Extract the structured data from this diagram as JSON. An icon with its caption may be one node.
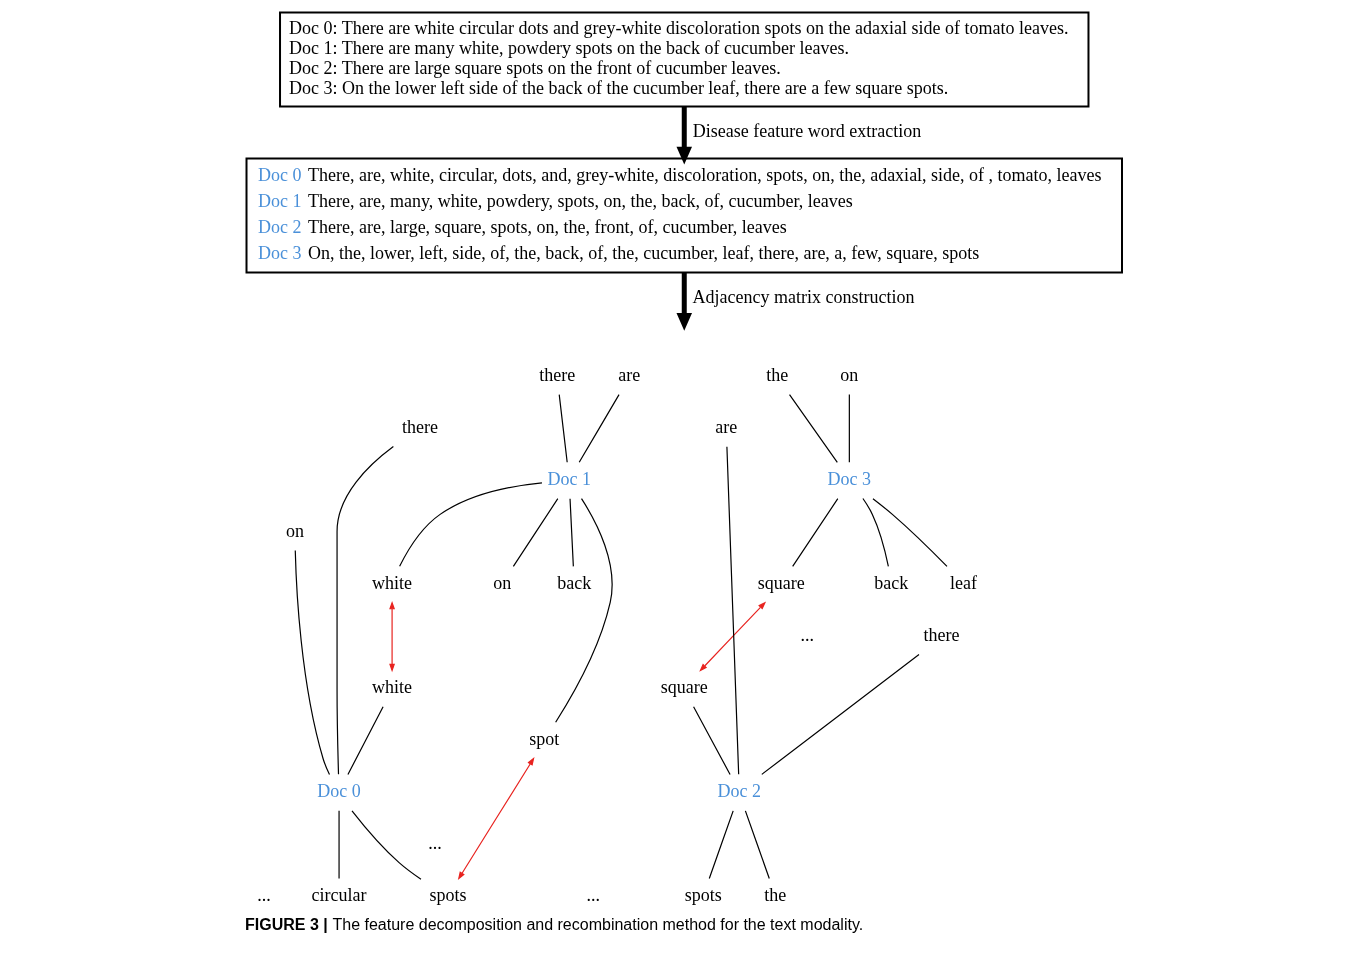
{
  "diagram": {
    "caption": "**FIGURE 3 |** The feature decomposition and recombination method for the text modality.",
    "nodes": [
      {
        "text": [
          "Doc 0: There are white circular dots and grey-white discoloration spots on the adaxial side of tomato leaves.",
          "Doc 1: There are many white, powdery spots on the back of cucumber leaves.",
          "Doc 2: There are large square spots on the front of cucumber leaves.",
          "Doc 3: On the lower left side of the back of the cucumber leaf, there are a few square spots."
        ]
      },
      {
        "text": [
          "Doc 0",
          "There, are, white, circular, dots, and, grey-white, discoloration, spots, on, the, adaxial, side, of , tomato, leaves",
          "Doc 1",
          "There, are, many, white, powdery, spots, on, the, back, of, cucumber, leaves",
          "Doc 2",
          "There, are, large, square, spots, on, the, front, of, cucumber, leaves",
          "Doc 3",
          "On, the, lower, left, side, of, the, back, of, the, cucumber, leaf, there, are, a, few, square, spots"
        ]
      },
      {
        "text": [
          "there"
        ]
      },
      {
        "text": [
          "are"
        ]
      },
      {
        "text": [
          "Doc 1"
        ]
      },
      {
        "text": [
          "back"
        ]
      },
      {
        "text": [
          "white"
        ]
      },
      {
        "text": [
          "on"
        ]
      },
      {
        "text": [
          "spot"
        ]
      },
      {
        "text": [
          "on"
        ]
      },
      {
        "text": [
          "the"
        ]
      },
      {
        "text": [
          "Doc 3"
        ]
      },
      {
        "text": [
          "back"
        ]
      },
      {
        "text": [
          "square"
        ]
      },
      {
        "text": [
          "leaf"
        ]
      },
      {
        "text": [
          "there"
        ]
      },
      {
        "text": [
          "on"
        ]
      },
      {
        "text": [
          "white"
        ]
      },
      {
        "text": [
          "circular"
        ]
      },
      {
        "text": [
          "Doc 0"
        ]
      },
      {
        "text": [
          "spots"
        ]
      },
      {
        "text": [
          "there"
        ]
      },
      {
        "text": [
          "square"
        ]
      },
      {
        "text": [
          "are"
        ]
      },
      {
        "text": [
          "spots"
        ]
      },
      {
        "text": [
          "Doc 2"
        ]
      },
      {
        "text": [
          "the"
        ]
      }
    ],
    "edges": [
      {
        "from": 0,
        "to": 1,
        "arrow": "to",
        "label": "Disease feature word extraction",
        "style": "thick"
      },
      {
        "from": 1,
        "to": null,
        "arrow": "to",
        "label": "Adjacency matrix construction",
        "style": "thick"
      },
      {
        "from": 2,
        "to": 4,
        "arrow": "none"
      },
      {
        "from": 3,
        "to": 4,
        "arrow": "none"
      },
      {
        "from": 4,
        "to": 5,
        "arrow": "none"
      },
      {
        "from": 4,
        "to": 6,
        "arrow": "none"
      },
      {
        "from": 4,
        "to": 7,
        "arrow": "none"
      },
      {
        "from": 4,
        "to": 8,
        "arrow": "none"
      },
      {
        "from": 9,
        "to": 11,
        "arrow": "none"
      },
      {
        "from": 10,
        "to": 11,
        "arrow": "none"
      },
      {
        "from": 11,
        "to": 12,
        "arrow": "none"
      },
      {
        "from": 11,
        "to": 13,
        "arrow": "none"
      },
      {
        "from": 11,
        "to": 14,
        "arrow": "none"
      },
      {
        "from": 15,
        "to": 19,
        "arrow": "none"
      },
      {
        "from": 16,
        "to": 19,
        "arrow": "none"
      },
      {
        "from": 17,
        "to": 19,
        "arrow": "none"
      },
      {
        "from": 19,
        "to": 18,
        "arrow": "none"
      },
      {
        "from": 19,
        "to": 20,
        "arrow": "none"
      },
      {
        "from": 21,
        "to": 25,
        "arrow": "none"
      },
      {
        "from": 22,
        "to": 25,
        "arrow": "none"
      },
      {
        "from": 23,
        "to": 25,
        "arrow": "none"
      },
      {
        "from": 25,
        "to": 24,
        "arrow": "none"
      },
      {
        "from": 25,
        "to": 26,
        "arrow": "none"
      },
      {
        "from": 6,
        "to": 17,
        "arrow": "both",
        "color": "#e8231f"
      },
      {
        "from": 8,
        "to": 20,
        "arrow": "both",
        "color": "#e8231f"
      },
      {
        "from": 13,
        "to": 22,
        "arrow": "both",
        "color": "#e8231f"
      }
    ],
    "labels": [
      "...",
      "...",
      "...",
      "..."
    ]
  }
}
